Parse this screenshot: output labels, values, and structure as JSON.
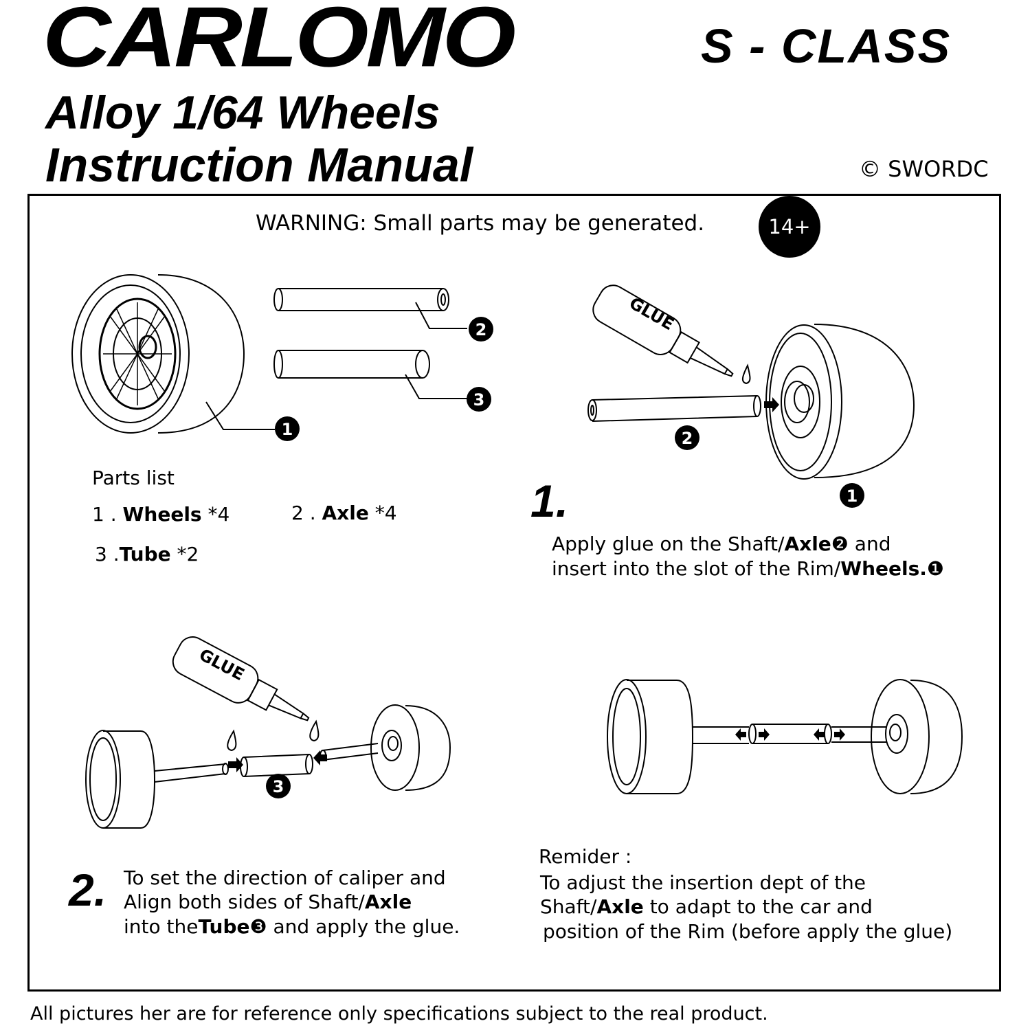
{
  "header": {
    "brand": "CARLOMO",
    "model": "S - CLASS",
    "subtitle_line1": "Alloy 1/64 Wheels",
    "subtitle_line2": "Instruction Manual",
    "copyright": "© SWORDC"
  },
  "warning": {
    "text": "WARNING: Small parts may be generated.",
    "age_badge": "14+"
  },
  "parts": {
    "heading": "Parts list",
    "item1_num": "1 . ",
    "item1_name": "Wheels",
    "item1_qty": " *4",
    "item2_num": "2 . ",
    "item2_name": "Axle",
    "item2_qty": " *4",
    "item3_num": "3 .",
    "item3_name": "Tube",
    "item3_qty": " *2",
    "callouts": [
      "1",
      "2",
      "3"
    ]
  },
  "glue_label": "GLUE",
  "step1": {
    "number": "1.",
    "line1_a": "Apply glue on the Shaft/",
    "line1_b": "Axle",
    "line1_c": "❷",
    "line1_d": " and",
    "line2_a": "insert into the slot of the Rim/",
    "line2_b": "Wheels.",
    "line2_c": "❶"
  },
  "step2": {
    "number": "2.",
    "line1": "To set the direction of caliper and",
    "line2_a": "Align both sides of Shaft/",
    "line2_b": "Axle",
    "line3_a": "into the",
    "line3_b": "Tube",
    "line3_c": "❸",
    "line3_d": " and apply the glue."
  },
  "reminder": {
    "heading": "Remider :",
    "line1": "To adjust the insertion dept of the",
    "line2_a": "Shaft/",
    "line2_b": "Axle",
    "line2_c": " to adapt to the car and",
    "line3": "position of the Rim (before apply the glue)"
  },
  "footer": "All pictures her are for reference only specifications subject to the real product."
}
